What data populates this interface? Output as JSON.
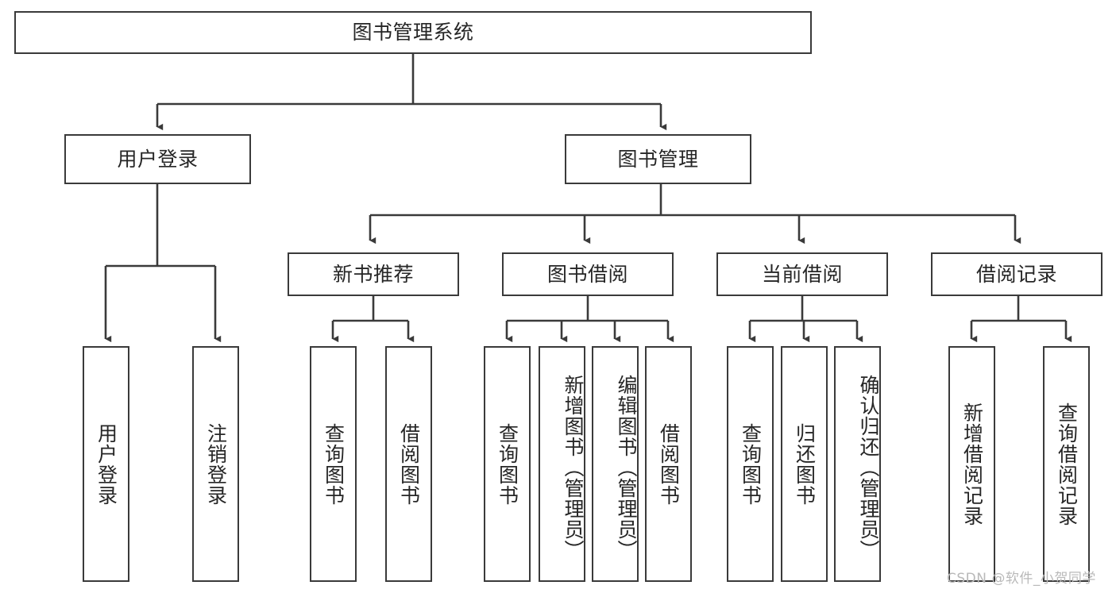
{
  "diagram": {
    "type": "tree-hierarchy",
    "title": "图书管理系统",
    "orientation": "top-down",
    "colors": {
      "box_border": "#3a3a3a",
      "box_fill": "#ffffff",
      "connector": "#3a3a3a",
      "text": "#262626",
      "watermark": "#b9b9b9",
      "background": "#ffffff"
    },
    "root": {
      "label": "图书管理系统"
    },
    "level2": [
      {
        "label": "用户登录"
      },
      {
        "label": "图书管理"
      }
    ],
    "level3": [
      {
        "label": "新书推荐"
      },
      {
        "label": "图书借阅"
      },
      {
        "label": "当前借阅"
      },
      {
        "label": "借阅记录"
      }
    ],
    "leaves": {
      "user_login": [
        {
          "label": "用户登录"
        },
        {
          "label": "注销登录"
        }
      ],
      "new_book_recommend": [
        {
          "label": "查询图书"
        },
        {
          "label": "借阅图书"
        }
      ],
      "book_borrow": [
        {
          "label": "查询图书"
        },
        {
          "label": "新增图书（管理员）"
        },
        {
          "label": "编辑图书（管理员）"
        },
        {
          "label": "借阅图书"
        }
      ],
      "current_borrow": [
        {
          "label": "查询图书"
        },
        {
          "label": "归还图书"
        },
        {
          "label": "确认归还（管理员）"
        }
      ],
      "borrow_record": [
        {
          "label": "新增借阅记录"
        },
        {
          "label": "查询借阅记录"
        }
      ]
    },
    "watermark": "CSDN @软件_小贺同学"
  }
}
